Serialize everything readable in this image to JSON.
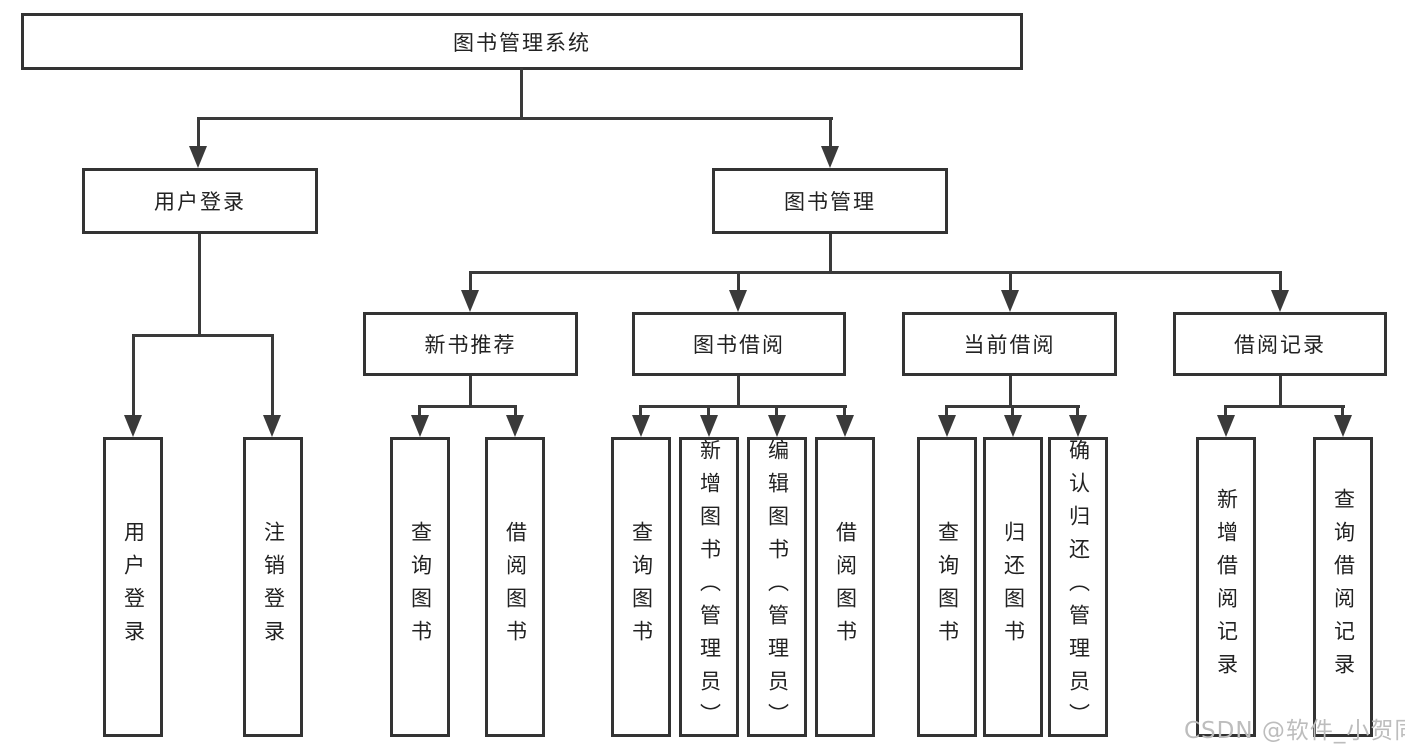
{
  "tree": {
    "root": {
      "label": "图书管理系统",
      "children": [
        {
          "label": "用户登录",
          "children": [
            {
              "label": "用户登录"
            },
            {
              "label": "注销登录"
            }
          ]
        },
        {
          "label": "图书管理",
          "children": [
            {
              "label": "新书推荐",
              "children": [
                {
                  "label": "查询图书"
                },
                {
                  "label": "借阅图书"
                }
              ]
            },
            {
              "label": "图书借阅",
              "children": [
                {
                  "label": "查询图书"
                },
                {
                  "label": "新增图书（管理员）"
                },
                {
                  "label": "编辑图书（管理员）"
                },
                {
                  "label": "借阅图书"
                }
              ]
            },
            {
              "label": "当前借阅",
              "children": [
                {
                  "label": "查询图书"
                },
                {
                  "label": "归还图书"
                },
                {
                  "label": "确认归还（管理员）"
                }
              ]
            },
            {
              "label": "借阅记录",
              "children": [
                {
                  "label": "新增借阅记录"
                },
                {
                  "label": "查询借阅记录"
                }
              ]
            }
          ]
        }
      ]
    }
  },
  "watermark": {
    "text": "CSDN @软件_小贺同学"
  },
  "colors": {
    "line": "#3a3a3a",
    "box_border": "#333333",
    "text": "#222222",
    "watermark": "#bdbdbd",
    "background": "#ffffff"
  }
}
